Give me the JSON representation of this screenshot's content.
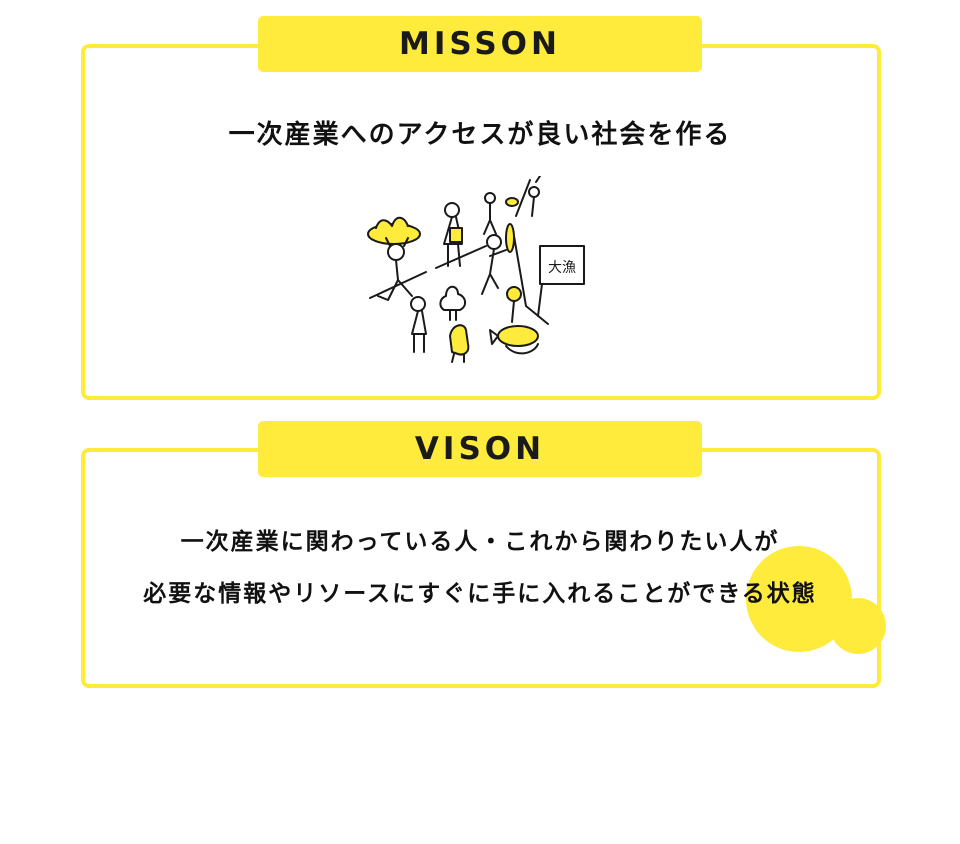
{
  "mission": {
    "heading": "MISSON",
    "statement": "一次産業へのアクセスが良い社会を作る",
    "illustration_sign": "大漁",
    "illustration_icon": "market-crowd-illustration"
  },
  "vision": {
    "heading": "VISON",
    "line1": "一次産業に関わっている人・これから関わりたい人が",
    "line2": "必要な情報やリソースにすぐに手に入れることができる状態"
  },
  "colors": {
    "accent": "#ffeb3b",
    "text": "#111111",
    "background": "#ffffff"
  }
}
